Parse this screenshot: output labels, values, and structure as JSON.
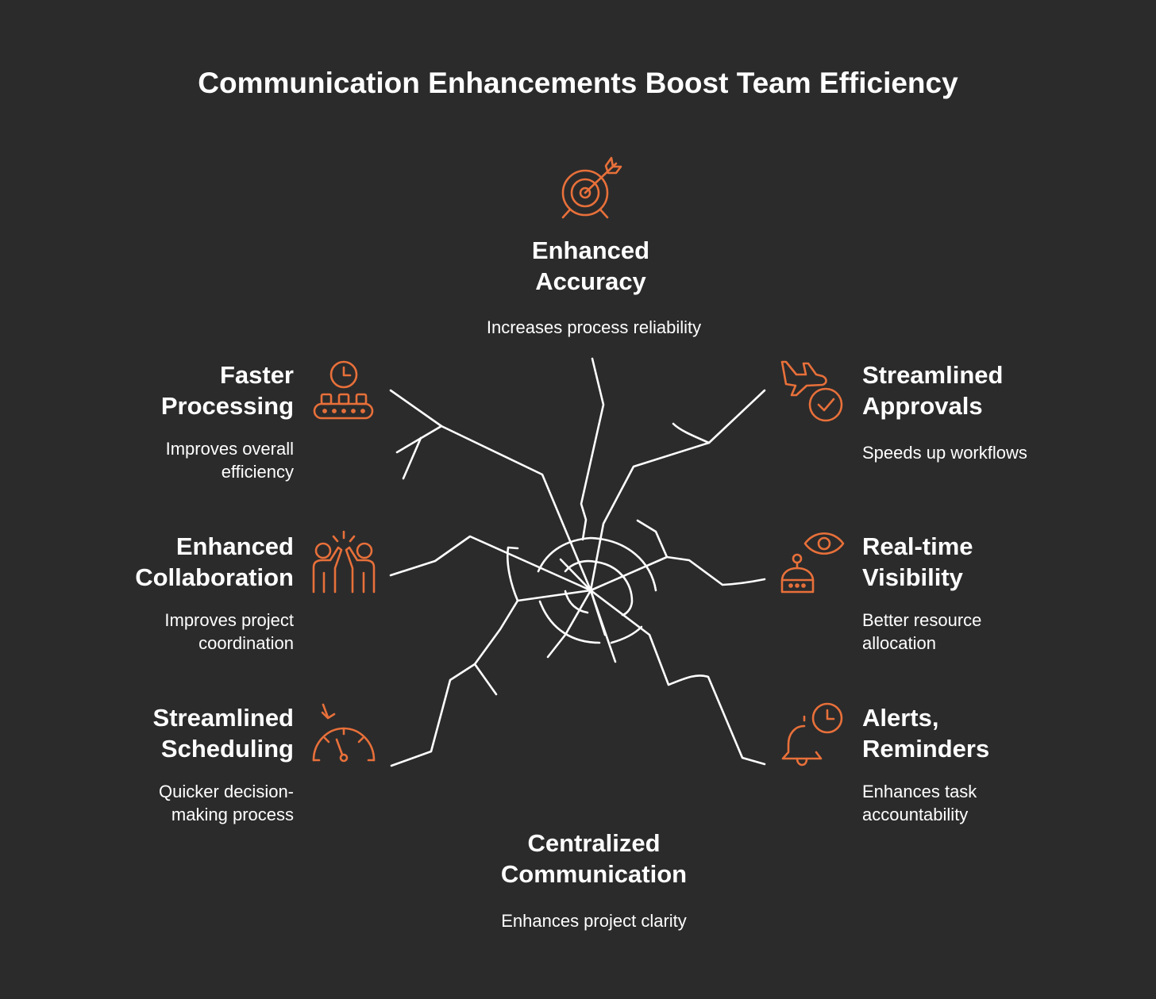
{
  "title": "Communication Enhancements Boost Team Efficiency",
  "accent_color": "#e8703a",
  "background_color": "#2b2b2b",
  "center": {
    "heading_line1": "Centralized",
    "heading_line2": "Communication",
    "description": "Enhances project clarity"
  },
  "items": {
    "accuracy": {
      "icon": "target-arrow-icon",
      "heading_line1": "Enhanced",
      "heading_line2": "Accuracy",
      "description": "Increases process reliability"
    },
    "processing": {
      "icon": "conveyor-clock-icon",
      "heading_line1": "Faster",
      "heading_line2": "Processing",
      "description_line1": "Improves overall",
      "description_line2": "efficiency"
    },
    "approvals": {
      "icon": "plane-check-icon",
      "heading_line1": "Streamlined",
      "heading_line2": "Approvals",
      "description": "Speeds up workflows"
    },
    "collaboration": {
      "icon": "high-five-icon",
      "heading_line1": "Enhanced",
      "heading_line2": "Collaboration",
      "description_line1": "Improves project",
      "description_line2": "coordination"
    },
    "visibility": {
      "icon": "eye-robot-icon",
      "heading_line1": "Real-time",
      "heading_line2": "Visibility",
      "description_line1": "Better resource",
      "description_line2": "allocation"
    },
    "scheduling": {
      "icon": "speedometer-icon",
      "heading_line1": "Streamlined",
      "heading_line2": "Scheduling",
      "description_line1": "Quicker decision-",
      "description_line2": "making process"
    },
    "alerts": {
      "icon": "bell-clock-icon",
      "heading_line1": "Alerts,",
      "heading_line2": "Reminders",
      "description_line1": "Enhances task",
      "description_line2": "accountability"
    }
  }
}
